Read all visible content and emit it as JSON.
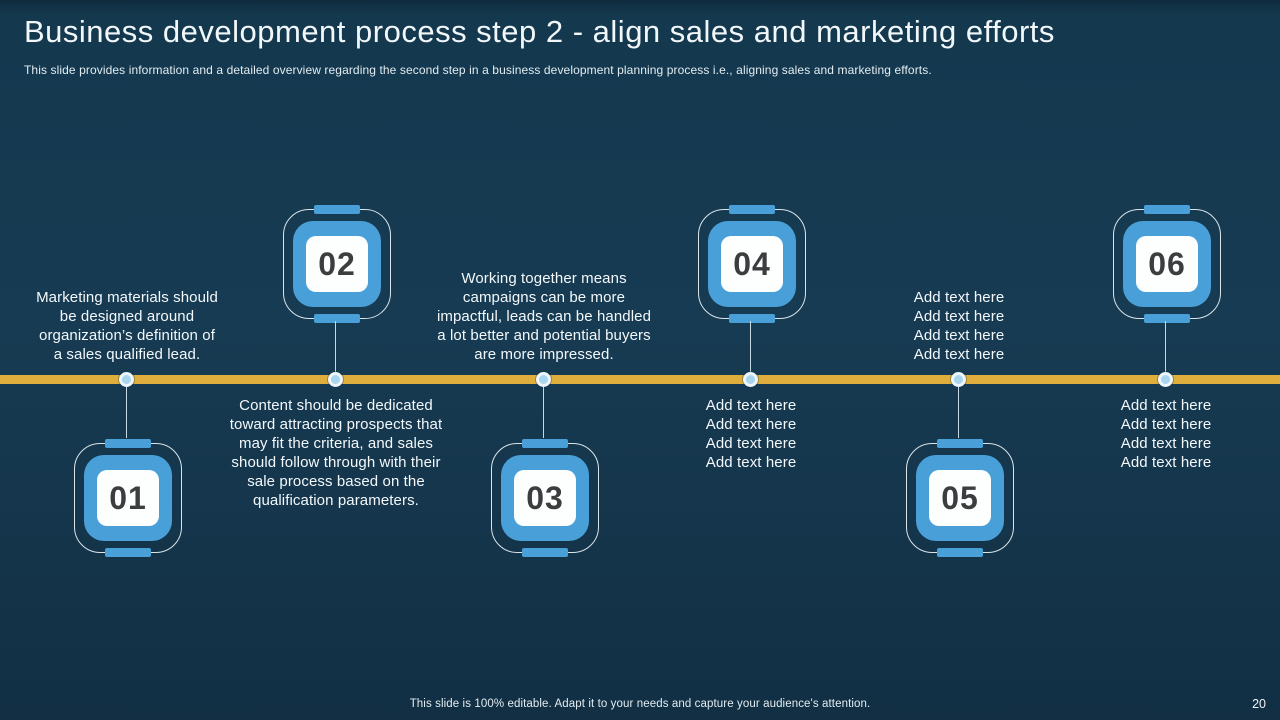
{
  "header": {
    "title": "Business development process step 2 - align sales and marketing efforts",
    "subtitle": "This slide provides information and a detailed overview regarding the second step in a business development planning process i.e., aligning sales and marketing efforts."
  },
  "timeline": {
    "orientation": "horizontal",
    "steps": [
      {
        "number": "01",
        "badge_side": "below",
        "text_side": "above",
        "text": "Marketing materials should\nbe designed around\norganization’s definition of\na sales qualified lead."
      },
      {
        "number": "02",
        "badge_side": "above",
        "text_side": "below",
        "text": "Content should be dedicated\ntoward attracting prospects that\nmay fit the criteria, and sales\nshould follow through with their\nsale process based on the\nqualification parameters."
      },
      {
        "number": "03",
        "badge_side": "below",
        "text_side": "above",
        "text": "Working together means\ncampaigns can be more\nimpactful, leads can be handled\na lot better and potential buyers\nare more impressed."
      },
      {
        "number": "04",
        "badge_side": "above",
        "text_side": "below",
        "text": "Add text here\nAdd text here\nAdd text here\nAdd text here"
      },
      {
        "number": "05",
        "badge_side": "below",
        "text_side": "above",
        "text": "Add text here\nAdd text here\nAdd text here\nAdd text here"
      },
      {
        "number": "06",
        "badge_side": "above",
        "text_side": "below",
        "text": "Add text here\nAdd text here\nAdd text here\nAdd text here"
      }
    ]
  },
  "footer": {
    "note": "This slide is 100% editable. Adapt it to your needs and capture your audience's attention.",
    "page_number": "20"
  },
  "colors": {
    "background": "#15384E",
    "accent_blue": "#49A0D8",
    "timeline_yellow": "#DFAE3C",
    "badge_number_color": "#3B3D3F",
    "text_color": "#F2F7FA"
  }
}
